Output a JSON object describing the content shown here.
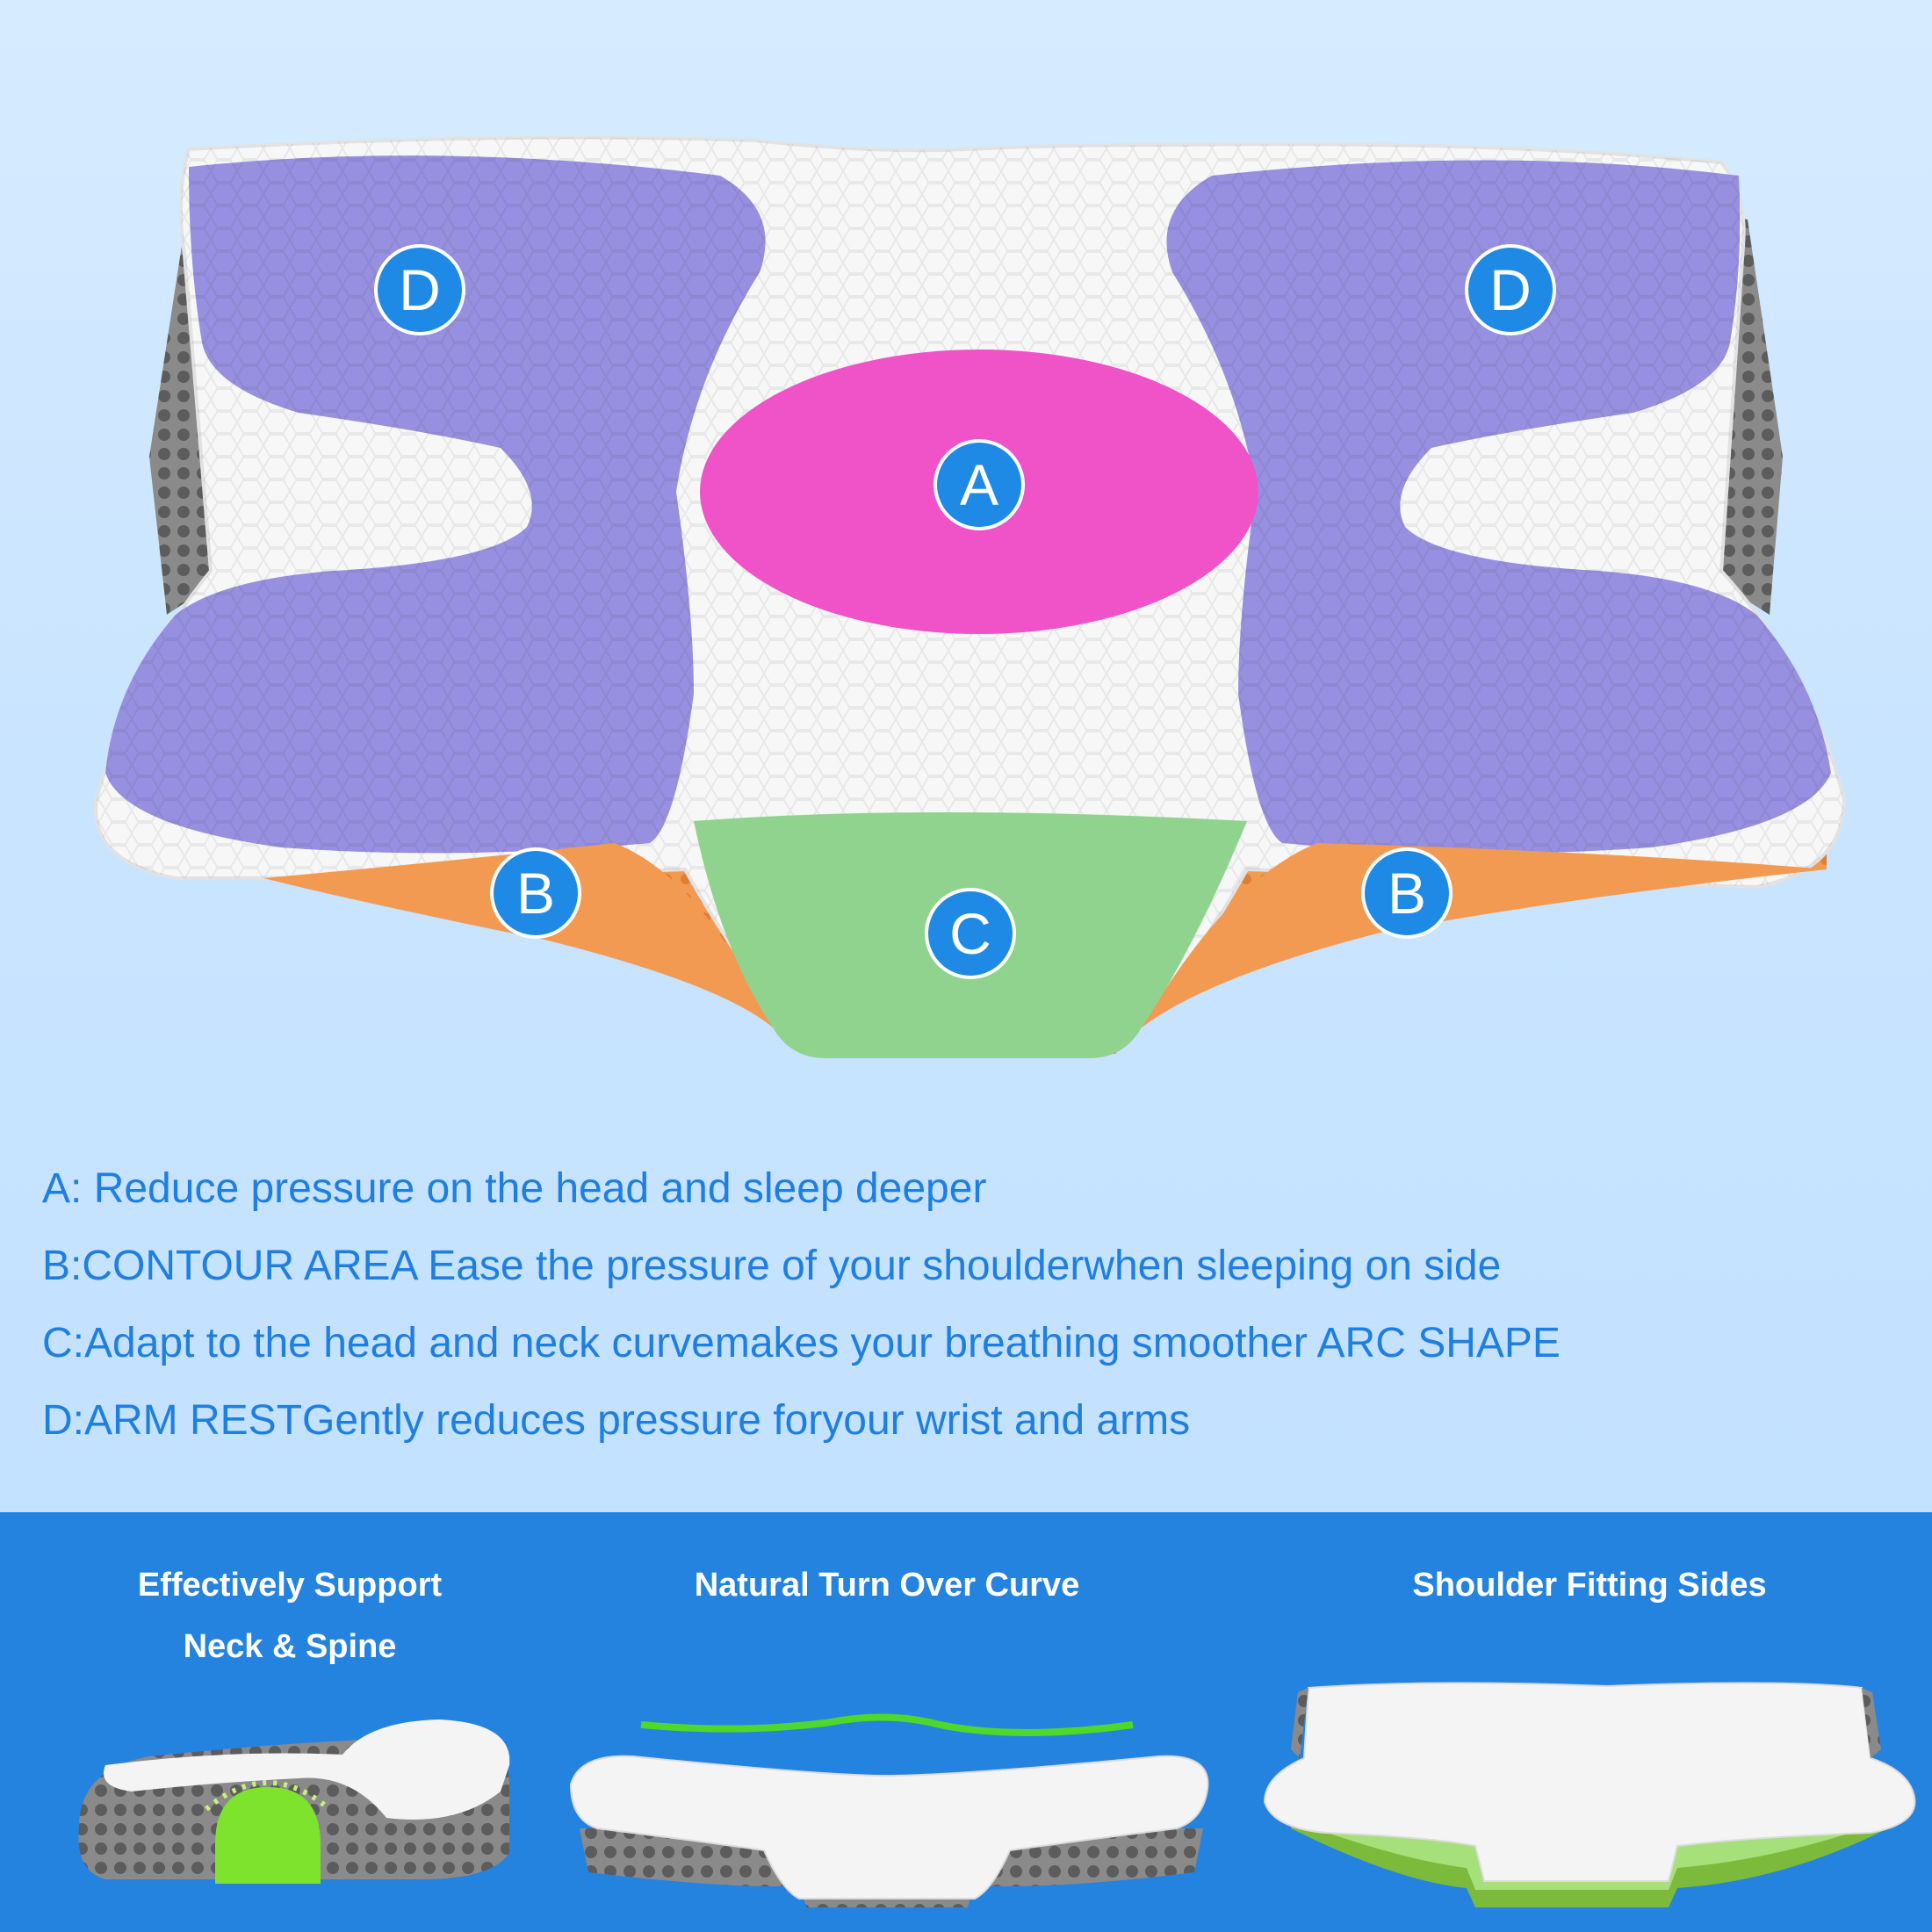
{
  "zones": {
    "a_label": "A",
    "b_left_label": "B",
    "b_right_label": "B",
    "c_label": "C",
    "d_left_label": "D",
    "d_right_label": "D"
  },
  "colors": {
    "background": "#cde6ff",
    "zone_a": "#f052c8",
    "zone_b": "#f39a52",
    "zone_c": "#90d38e",
    "zone_d": "#978fdf",
    "badge": "#1f8ae6",
    "text": "#1f7fe0",
    "band": "#2583e0"
  },
  "descriptions": [
    "A: Reduce pressure on the head and sleep deeper",
    "B:CONTOUR AREA Ease the pressure of your shoulderwhen sleeping on side",
    "C:Adapt to the head and neck curvemakes your breathing smoother ARC SHAPE",
    "D:ARM RESTGently reduces pressure foryour wrist and arms"
  ],
  "features": [
    {
      "title_line1": "Effectively Support",
      "title_line2": "Neck & Spine",
      "icon": "neck-support-pillow"
    },
    {
      "title_line1": "Natural Turn Over Curve",
      "icon": "curve-pillow"
    },
    {
      "title_line1": "Shoulder Fitting Sides",
      "icon": "shoulder-pillow"
    }
  ]
}
